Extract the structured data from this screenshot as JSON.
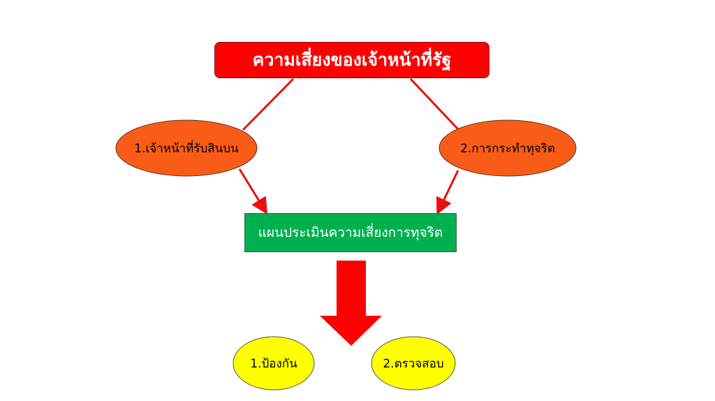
{
  "title": "ความเสี่ยงของเจ้าหน้าที่รัฐ",
  "risks": [
    "1.เจ้าหน้าที่รับสินบน",
    "2.การกระทำทุจริต"
  ],
  "plan": "แผนประเมินความเสี่ยงการทุจริต",
  "actions": [
    "1.ป้องกัน",
    "2.ตรวจสอบ"
  ],
  "colors": {
    "title": "#ff0000",
    "risk": "#f95c16",
    "plan": "#00b050",
    "action": "#ffff00",
    "connector": "#e81010"
  }
}
